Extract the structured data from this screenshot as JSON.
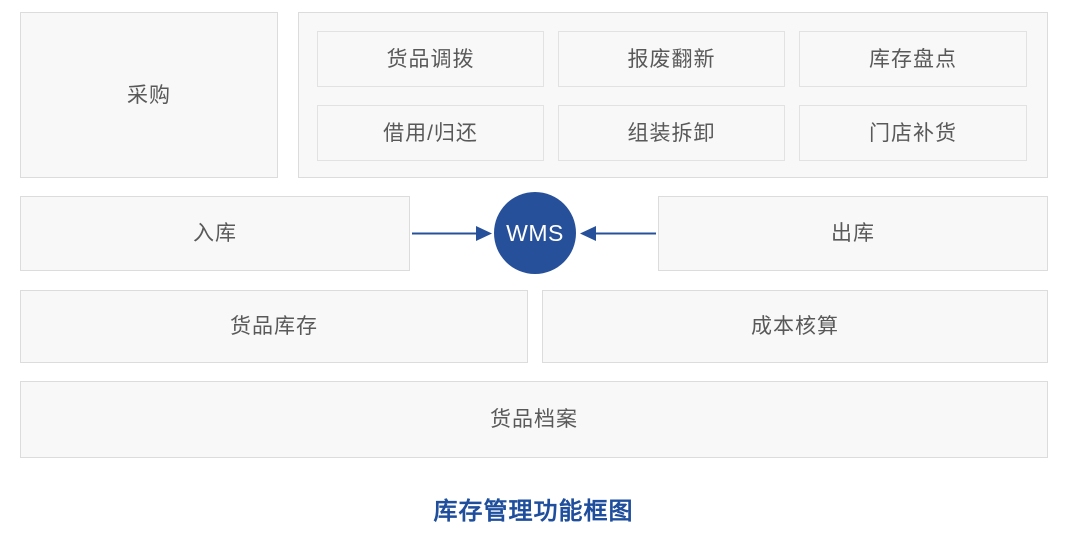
{
  "diagram": {
    "caption": "库存管理功能框图",
    "hub": {
      "label": "WMS",
      "color": "#27509B"
    },
    "colors": {
      "accent": "#27509B",
      "caption": "#1F4E9C",
      "box_fill": "#f8f8f8",
      "box_border": "#dcdcdc",
      "text": "#595959"
    },
    "row_top": {
      "procurement_box": {
        "label": "采购"
      },
      "operations_group": {
        "items": [
          {
            "label": "货品调拨"
          },
          {
            "label": "报废翻新"
          },
          {
            "label": "库存盘点"
          },
          {
            "label": "借用/归还"
          },
          {
            "label": "组装拆卸"
          },
          {
            "label": "门店补货"
          }
        ]
      }
    },
    "row_flow": {
      "inbound_box": {
        "label": "入库"
      },
      "outbound_box": {
        "label": "出库"
      },
      "arrow_in": {
        "name": "inbound-to-wms",
        "direction": "right"
      },
      "arrow_out": {
        "name": "outbound-to-wms",
        "direction": "left"
      }
    },
    "row_stock": {
      "inventory_box": {
        "label": "货品库存"
      },
      "costing_box": {
        "label": "成本核算"
      }
    },
    "row_archive": {
      "archive_box": {
        "label": "货品档案"
      }
    }
  }
}
